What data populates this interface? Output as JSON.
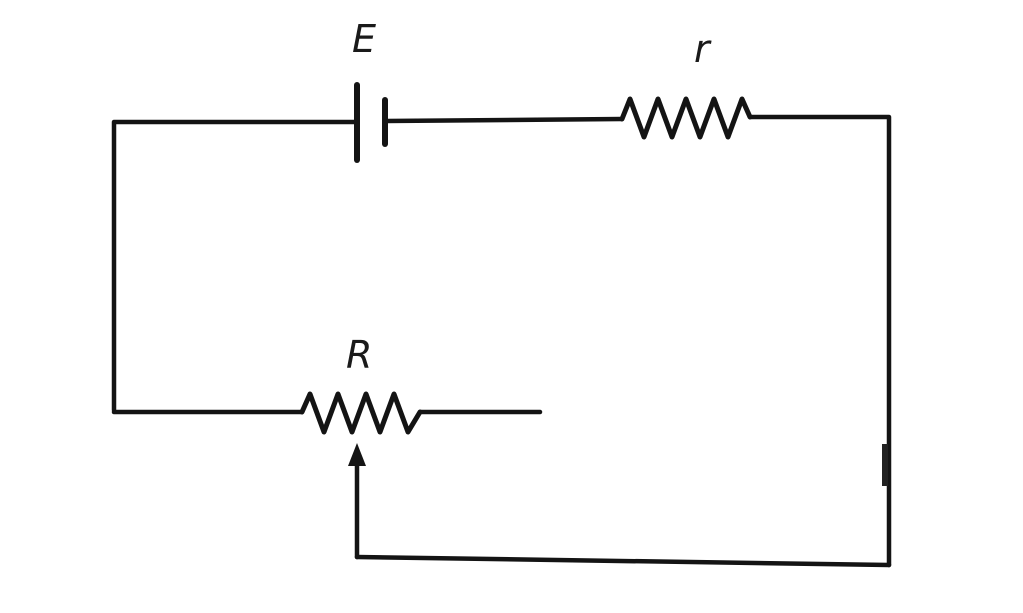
{
  "diagram": {
    "labels": {
      "emf": "E",
      "internal_resistance": "r",
      "rheostat": "R"
    },
    "components": [
      {
        "id": "battery",
        "type": "cell",
        "label": "E"
      },
      {
        "id": "internal-resistor",
        "type": "resistor",
        "label": "r"
      },
      {
        "id": "rheostat",
        "type": "variable-resistor",
        "label": "R"
      }
    ],
    "colors": {
      "ink": "#141414",
      "background": "#ffffff"
    }
  }
}
